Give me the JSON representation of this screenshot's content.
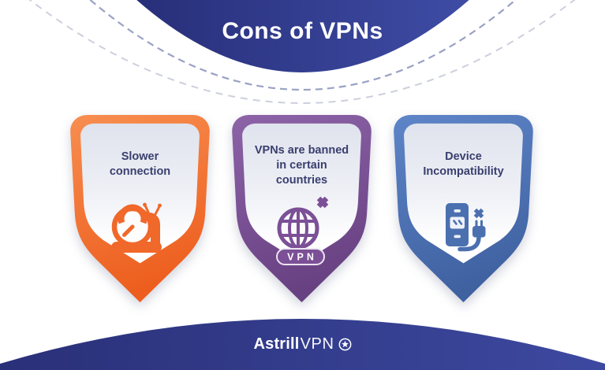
{
  "header": {
    "title": "Cons of VPNs",
    "bg_gradient": [
      "#272e78",
      "#3f4da6"
    ]
  },
  "decor": {
    "inner_dashed_arc_color": "#99a2c4",
    "outer_dashed_arc_color": "#ccd0dc"
  },
  "cards": [
    {
      "label": "Slower\nconnection",
      "icon": "snail-speedometer-icon",
      "accent": "#f0682a",
      "border_gradient": [
        "#f78e50",
        "#ed5e1e"
      ]
    },
    {
      "label": "VPNs are banned\nin certain\ncountries",
      "icon": "globe-banned-icon",
      "badge_label": "VPN",
      "accent": "#7b5096",
      "border_gradient": [
        "#8d63a8",
        "#684182"
      ]
    },
    {
      "label": "Device\nIncompatibility",
      "icon": "device-plug-blocked-icon",
      "accent": "#4b70b0",
      "border_gradient": [
        "#5e85c8",
        "#3f61a0"
      ]
    }
  ],
  "footer": {
    "brand_bold": "Astrill",
    "brand_regular": "VPN",
    "star_icon": "circled-star-icon",
    "bg_gradient": [
      "#2a3078",
      "#3d49a0"
    ]
  },
  "label_text_color": "#3a3f6e",
  "inner_fill_gradient": [
    "#dfe3ed",
    "#ffffff"
  ]
}
